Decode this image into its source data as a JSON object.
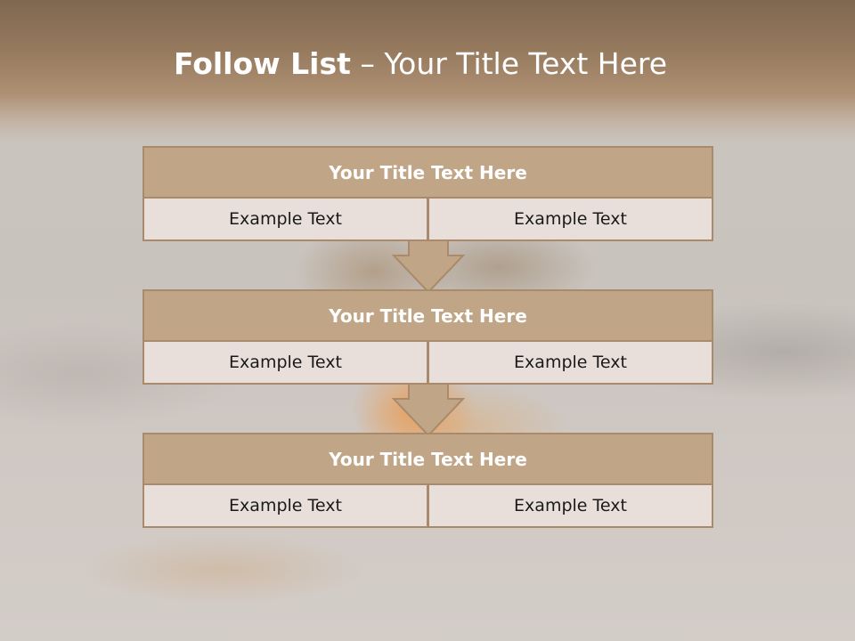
{
  "slide": {
    "title_bold": "Follow List",
    "title_rest": " – Your Title Text Here"
  },
  "steps": [
    {
      "title": "Your Title Text Here",
      "left": "Example Text",
      "right": "Example Text"
    },
    {
      "title": "Your Title Text Here",
      "left": "Example Text",
      "right": "Example Text"
    },
    {
      "title": "Your Title Text Here",
      "left": "Example Text",
      "right": "Example Text"
    }
  ],
  "colors": {
    "header_fill": "#c1a587",
    "border": "#a98a6b",
    "cell_fill": "#e9dfda",
    "band_top": "#7f6750"
  }
}
